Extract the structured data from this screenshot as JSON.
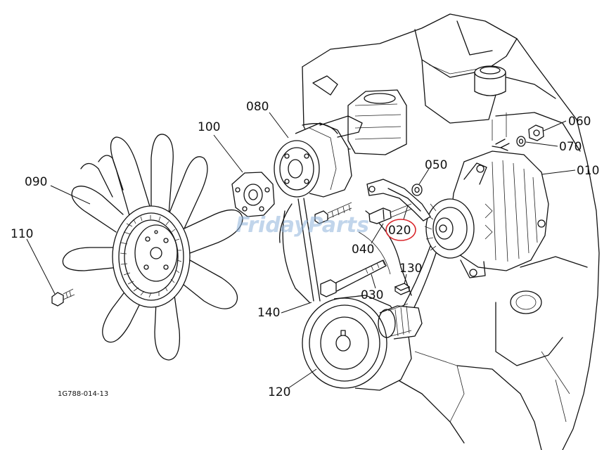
{
  "diagram": {
    "reference_code": "1G788-014-13",
    "watermark": "FridayParts",
    "highlighted_part": "020",
    "parts": [
      {
        "id": "alternator",
        "number": "010"
      },
      {
        "id": "adjusting-plate",
        "number": "020"
      },
      {
        "id": "pivot-bolt",
        "number": "030"
      },
      {
        "id": "adjust-bolt",
        "number": "040"
      },
      {
        "id": "spacer",
        "number": "050"
      },
      {
        "id": "nut",
        "number": "060"
      },
      {
        "id": "washer",
        "number": "070"
      },
      {
        "id": "fan-pulley",
        "number": "080"
      },
      {
        "id": "fan",
        "number": "090"
      },
      {
        "id": "fan-spacer",
        "number": "100"
      },
      {
        "id": "fan-bolt",
        "number": "110"
      },
      {
        "id": "crank-pulley",
        "number": "120"
      },
      {
        "id": "key",
        "number": "130"
      },
      {
        "id": "fan-belt",
        "number": "140"
      }
    ],
    "highlight_color": "#d9262b",
    "watermark_color": "#8fb4dc"
  }
}
